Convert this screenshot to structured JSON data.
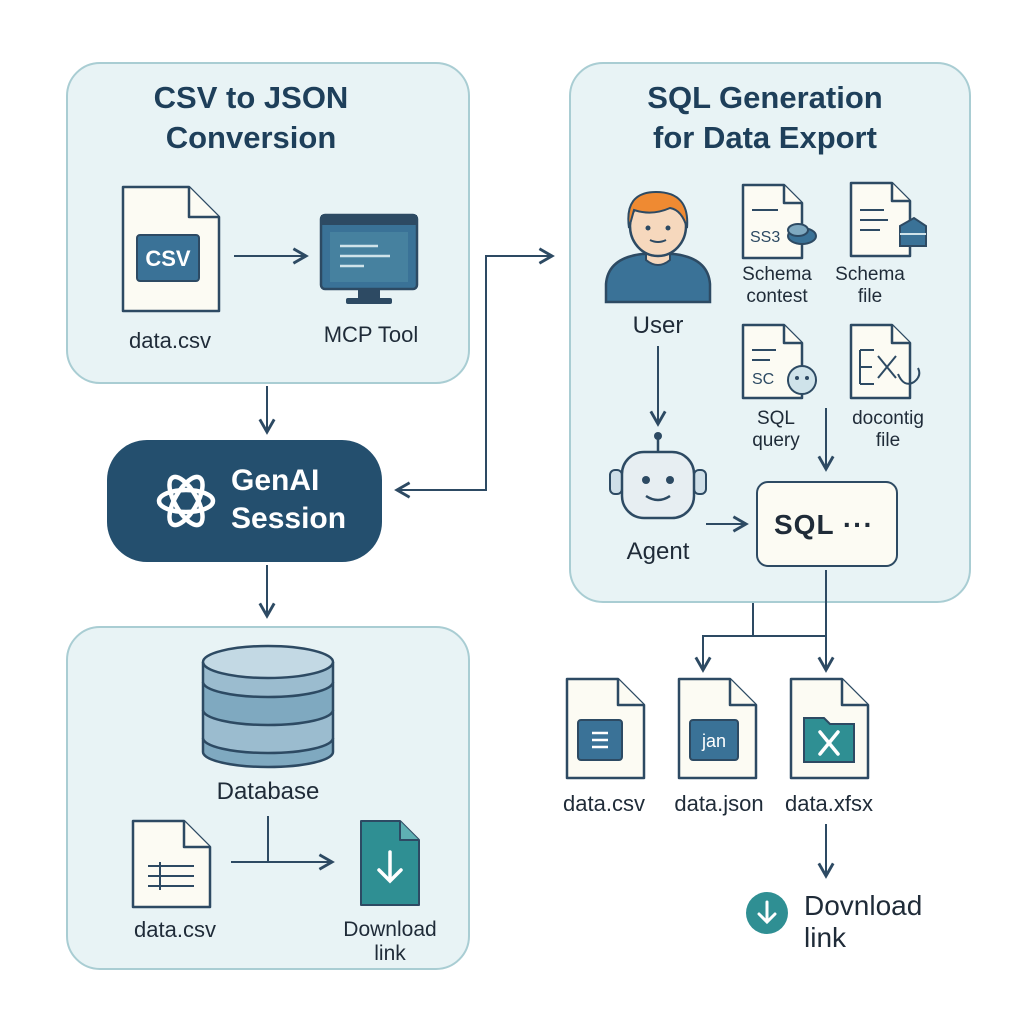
{
  "colors": {
    "panel_fill": "#e8f3f5",
    "panel_border": "#a9cdd3",
    "accent_dark": "#244f6e",
    "icon_blue": "#3a7297",
    "teal": "#2f8f93"
  },
  "left_top": {
    "title_line1": "CSV to JSON",
    "title_line2": "Conversion",
    "file_badge": "CSV",
    "file_label": "data.csv",
    "tool_label": "MCP Tool",
    "icons": [
      "csv-file-icon",
      "monitor-icon"
    ]
  },
  "genai": {
    "line1": "GenAI",
    "line2": "Session",
    "icon": "openai-knot-icon"
  },
  "left_bottom": {
    "db_label": "Database",
    "file_label": "data.csv",
    "download_line1": "Download",
    "download_line2": "link",
    "icons": [
      "database-icon",
      "spreadsheet-file-icon",
      "download-file-icon"
    ]
  },
  "right_top": {
    "title_line1": "SQL Generation",
    "title_line2": "for Data Export",
    "user_label": "User",
    "agent_label": "Agent",
    "schema_context_line1": "Schema",
    "schema_context_line2": "contest",
    "schema_context_badge": "SS3",
    "schema_file_line1": "Schema",
    "schema_file_line2": "file",
    "sql_query_line1": "SQL",
    "sql_query_line2": "query",
    "sql_query_badge": "SC",
    "docontig_line1": "docontig",
    "docontig_line2": "file",
    "sql_box": "SQL ···",
    "icons": [
      "user-avatar-icon",
      "robot-agent-icon",
      "schema-context-icon",
      "schema-file-icon",
      "sql-query-icon",
      "config-file-icon"
    ]
  },
  "outputs": {
    "csv_label": "data.csv",
    "json_label": "data.json",
    "json_badge": "jan",
    "xlsx_label": "data.xfsx",
    "download_line1": "Dovnload",
    "download_line2": "link",
    "icons": [
      "csv-output-icon",
      "json-output-icon",
      "excel-output-icon",
      "download-circle-icon"
    ]
  }
}
